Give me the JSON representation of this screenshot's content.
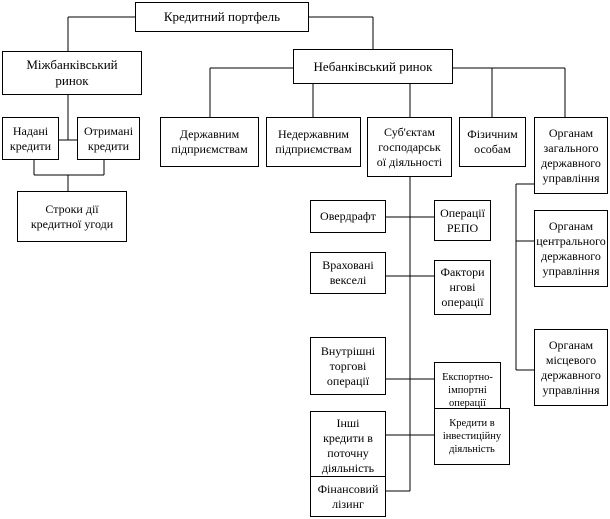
{
  "boxes": {
    "root": "Кредитний портфель",
    "interbank": "Міжбанківський\nринок",
    "nonbank": "Небанківський ринок",
    "given": "Надані\nкредити",
    "received": "Отримані\nкредити",
    "terms": "Строки дії\nкредитної угоди",
    "state_ent": "Державним\nпідприємствам",
    "nonstate_ent": "Недержавним\nпідприємствам",
    "subjects": "Суб'єктам\nгосподарськ\nої діяльності",
    "individuals": "Фізичним\nособам",
    "gen_gov": "Органам\nзагального\nдержавного\nуправління",
    "overdraft": "Овердрафт",
    "repo": "Операції\nРЕПО",
    "bills": "Враховані\nвекселі",
    "factoring": "Фактори\nнгові\nоперації",
    "internal_trade": "Внутрішні\nторгові\nоперації",
    "export_import": "Експортно-\nімпортні\nоперації",
    "other_credits": "Інші\nкредити в\nпоточну\nдіяльність",
    "invest_credits": "Кредити в\nінвестиційну\nдіяльність",
    "leasing": "Фінансовий\nлізинг",
    "central_gov": "Органам\nцентрального\nдержавного\nуправління",
    "local_gov": "Органам\nмісцевого\nдержавного\nуправління"
  }
}
